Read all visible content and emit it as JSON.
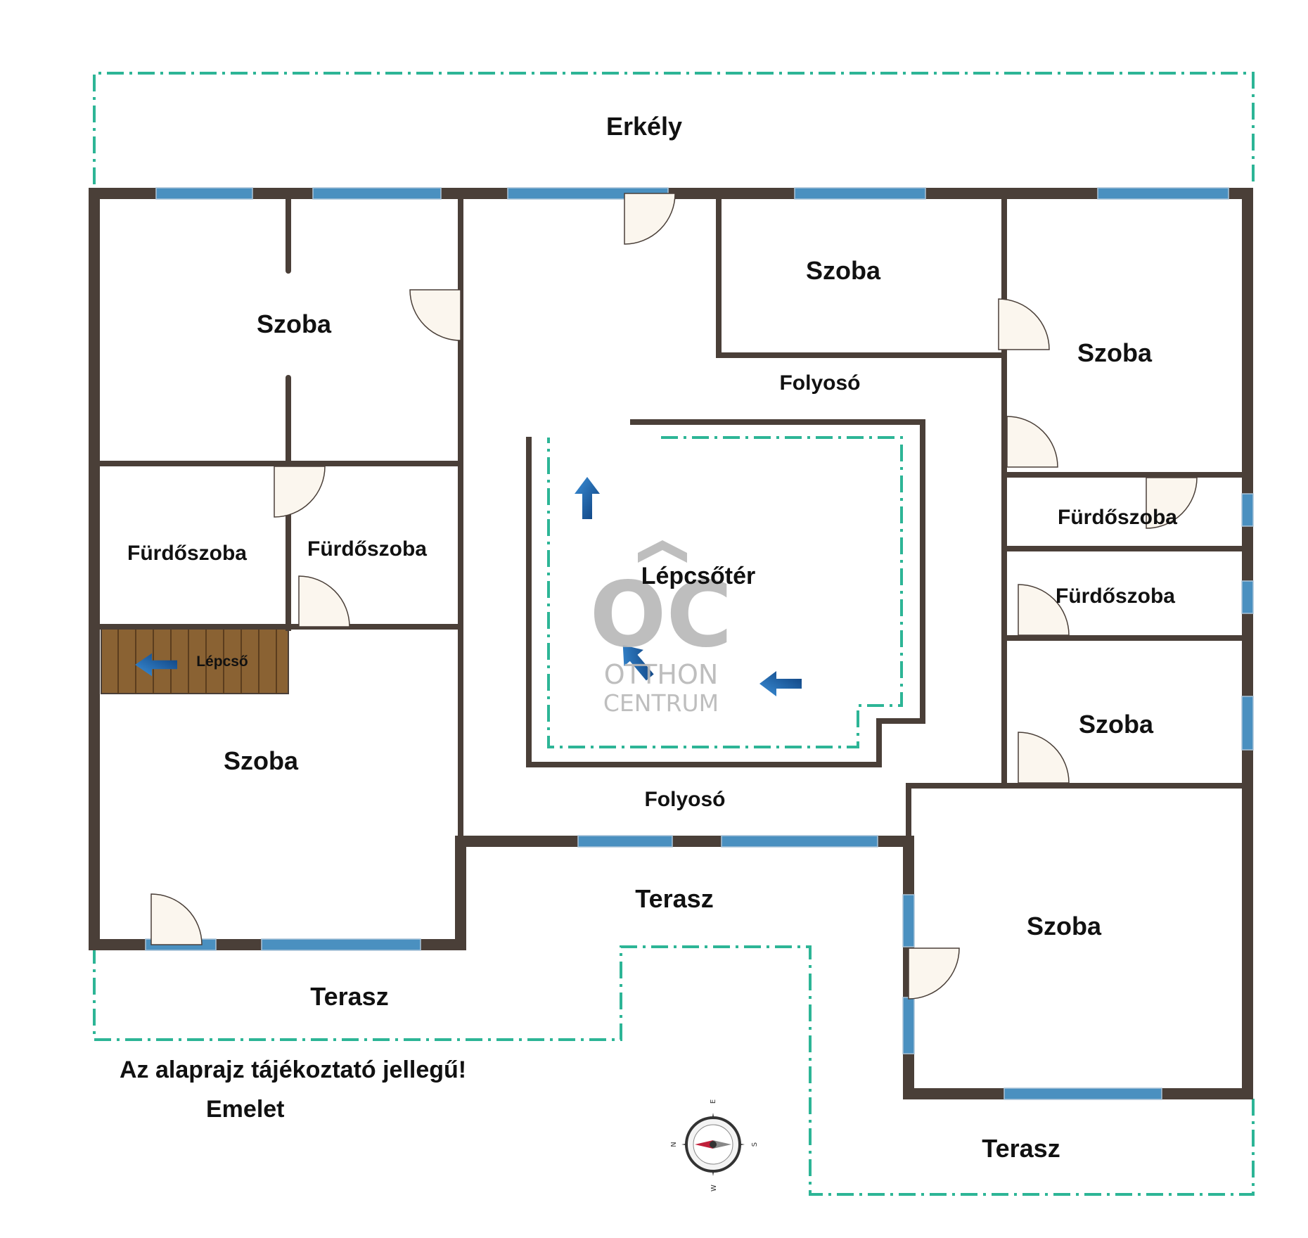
{
  "labels": {
    "balcony": "Erkély",
    "room_top_left": "Szoba",
    "room_top_middle": "Szoba",
    "room_top_right": "Szoba",
    "room_bottom_left": "Szoba",
    "room_right_middle": "Szoba",
    "room_bottom_right": "Szoba",
    "hallway_top": "Folyosó",
    "hallway_bottom": "Folyosó",
    "stairwell": "Lépcsőtér",
    "stairs": "Lépcső",
    "bath_left_1": "Fürdőszoba",
    "bath_left_2": "Fürdőszoba",
    "bath_right_1": "Fürdőszoba",
    "bath_right_2": "Fürdőszoba",
    "terrace_middle": "Terasz",
    "terrace_left": "Terasz",
    "terrace_right": "Terasz",
    "note": "Az alaprajz tájékoztató jellegű!",
    "floor": "Emelet"
  },
  "watermark": {
    "logo": "OC",
    "line1": "OTTHON",
    "line2": "CENTRUM"
  },
  "compass": {
    "n": "N",
    "e": "E",
    "s": "S",
    "w": "W"
  },
  "colors": {
    "wall": "#4a3f38",
    "window": "#4a90c0",
    "door": "#fbf6ee",
    "dashed_boundary": "#2db596",
    "stairs": "#8a6233",
    "arrow": "#1f5fa8"
  }
}
